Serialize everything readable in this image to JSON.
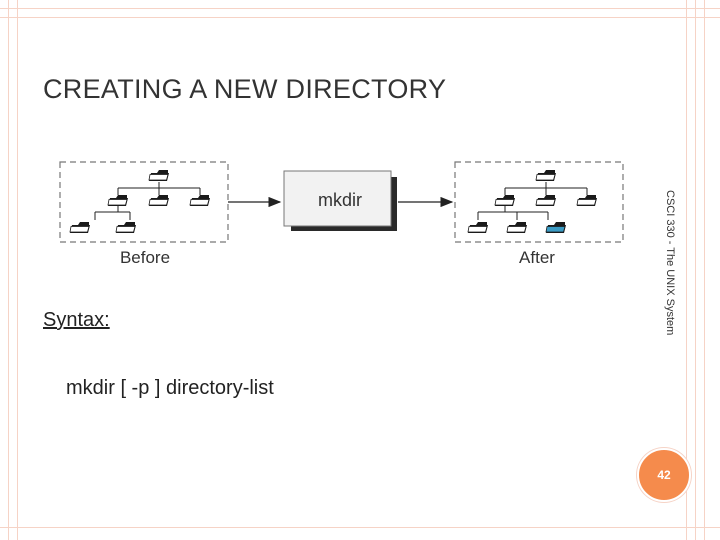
{
  "slide": {
    "title": "CREATING A NEW DIRECTORY",
    "side_label": "CSCI 330 - The UNIX System",
    "syntax_label": "Syntax:",
    "command": "mkdir [ -p ] directory-list",
    "page_number": "42"
  },
  "diagram": {
    "before_label": "Before",
    "after_label": "After",
    "command_box_label": "mkdir",
    "new_folder_color": "#3a9bc4",
    "folder_color": "#ffffff"
  },
  "colors": {
    "accent": "#f58b4c",
    "frame": "#f6d3c6"
  }
}
